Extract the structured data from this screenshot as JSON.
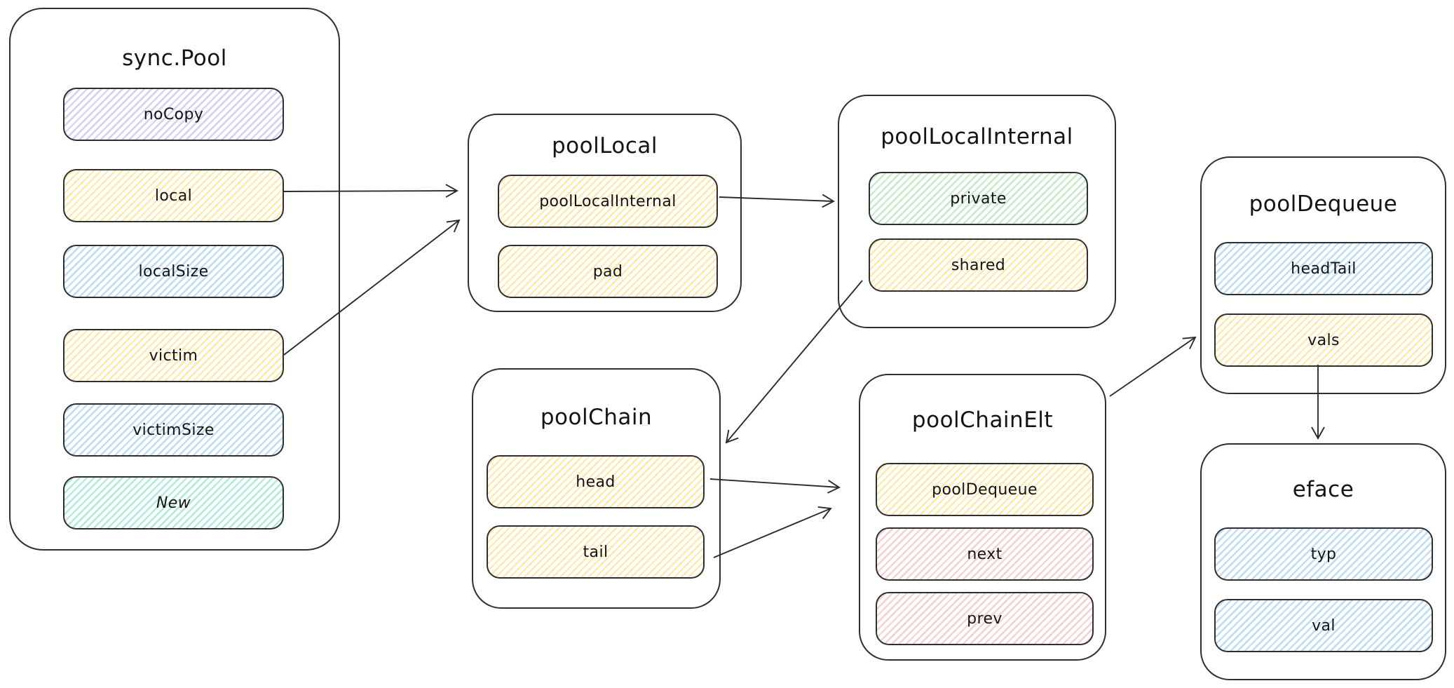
{
  "diagram": {
    "structs": [
      {
        "id": "sync-pool",
        "title": "sync.Pool",
        "fields": [
          {
            "label": "noCopy",
            "fill": "purple"
          },
          {
            "label": "local",
            "fill": "yellow"
          },
          {
            "label": "localSize",
            "fill": "blue"
          },
          {
            "label": "victim",
            "fill": "yellow"
          },
          {
            "label": "victimSize",
            "fill": "blue"
          },
          {
            "label": "New",
            "fill": "mint"
          }
        ]
      },
      {
        "id": "pool-local",
        "title": "poolLocal",
        "fields": [
          {
            "label": "poolLocalInternal",
            "fill": "yellow"
          },
          {
            "label": "pad",
            "fill": "yellow"
          }
        ]
      },
      {
        "id": "pool-local-internal",
        "title": "poolLocalInternal",
        "fields": [
          {
            "label": "private",
            "fill": "green"
          },
          {
            "label": "shared",
            "fill": "yellow"
          }
        ]
      },
      {
        "id": "pool-chain",
        "title": "poolChain",
        "fields": [
          {
            "label": "head",
            "fill": "yellow"
          },
          {
            "label": "tail",
            "fill": "yellow"
          }
        ]
      },
      {
        "id": "pool-chain-elt",
        "title": "poolChainElt",
        "fields": [
          {
            "label": "poolDequeue",
            "fill": "yellow"
          },
          {
            "label": "next",
            "fill": "pink"
          },
          {
            "label": "prev",
            "fill": "pink"
          }
        ]
      },
      {
        "id": "pool-dequeue",
        "title": "poolDequeue",
        "fields": [
          {
            "label": "headTail",
            "fill": "blue"
          },
          {
            "label": "vals",
            "fill": "yellow"
          }
        ]
      },
      {
        "id": "eface",
        "title": "eface",
        "fields": [
          {
            "label": "typ",
            "fill": "blue"
          },
          {
            "label": "val",
            "fill": "blue"
          }
        ]
      }
    ],
    "edges": [
      {
        "from": "sync.Pool.local",
        "to": "poolLocal"
      },
      {
        "from": "sync.Pool.victim",
        "to": "poolLocal"
      },
      {
        "from": "poolLocal.poolLocalInternal",
        "to": "poolLocalInternal"
      },
      {
        "from": "poolLocalInternal.shared",
        "to": "poolChain"
      },
      {
        "from": "poolChain.head",
        "to": "poolChainElt"
      },
      {
        "from": "poolChain.tail",
        "to": "poolChainElt"
      },
      {
        "from": "poolChainElt",
        "to": "poolDequeue.vals"
      },
      {
        "from": "poolDequeue.vals",
        "to": "eface"
      }
    ],
    "palette": {
      "hatch_purple": "#d7cdf2",
      "hatch_yellow": "#ffe9a8",
      "hatch_blue": "#bcdcf5",
      "hatch_green": "#c5eac8",
      "hatch_mint": "#aaecd9",
      "hatch_pink": "#f6cfcf",
      "stroke": "#2b2b2b",
      "canvas": "#ffffff"
    }
  }
}
